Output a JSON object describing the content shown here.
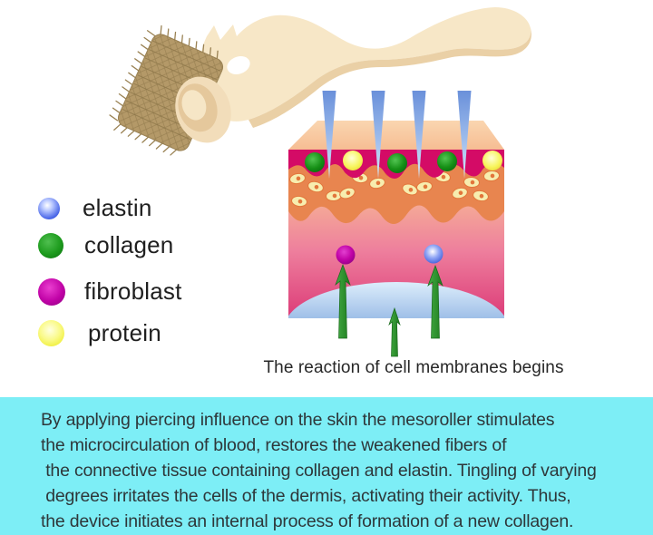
{
  "legend": {
    "items": [
      {
        "id": "elastin",
        "label": "elastin",
        "color": "#4a67e8"
      },
      {
        "id": "collagen",
        "label": "collagen",
        "color": "#1d9b1d"
      },
      {
        "id": "fibroblast",
        "label": "fibroblast",
        "color": "#c103a7"
      },
      {
        "id": "protein",
        "label": "protein",
        "color": "#f0ef3c"
      }
    ]
  },
  "diagram": {
    "caption": "The reaction of cell membranes begins",
    "needle_count": 4,
    "colors": {
      "needle": "#6a90da",
      "skin_top": "#f9d0a8",
      "epidermis": "#d40b66",
      "dermis": "#e8854f",
      "cell_ring": "#f7edaf",
      "membrane_dome": "#aecdf0",
      "arrow": "#2e9a2e",
      "fibroblast_sphere": "#c103a7",
      "elastin_sphere": "#4a67e8"
    }
  },
  "device": {
    "handle_color": "#f7e7c7",
    "drum_color": "#b49968"
  },
  "banner": {
    "background": "#7deef6",
    "lines": [
      "By applying piercing influence on the skin the mesoroller stimulates",
      "the microcirculation of blood, restores the weakened fibers of",
      " the connective tissue containing collagen and elastin. Tingling of varying",
      " degrees irritates the cells of the dermis, activating their activity. Thus,",
      "the device initiates an internal process of formation of a new collagen."
    ]
  }
}
